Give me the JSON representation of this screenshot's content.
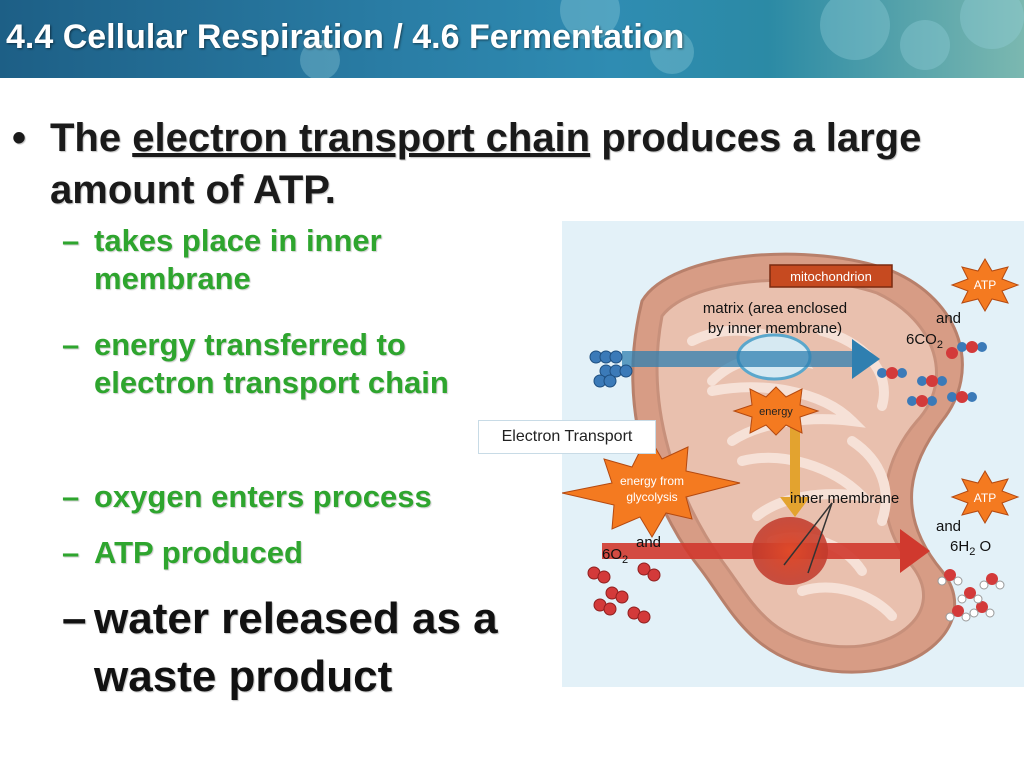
{
  "header": {
    "title": "4.4 Cellular Respiration / 4.6 Fermentation"
  },
  "main_bullet": {
    "bullet": "•",
    "prefix": "The ",
    "term": "electron transport chain",
    "suffix": " produces a large amount of ATP."
  },
  "sub_bullets": [
    {
      "dash": "–",
      "text": "takes place in inner membrane"
    },
    {
      "dash": "–",
      "text": "energy transferred to electron transport chain"
    },
    {
      "dash": "–",
      "text": "oxygen enters process"
    },
    {
      "dash": "–",
      "text": "ATP produced"
    },
    {
      "dash": "–",
      "text": "water released as a waste product"
    }
  ],
  "diagram": {
    "caption": "Electron Transport",
    "mitochondrion_label": "mitochondrion",
    "matrix_label_line1": "matrix (area enclosed",
    "matrix_label_line2": "by inner membrane)",
    "energy_label": "energy",
    "energy_glycolysis_line1": "energy from",
    "energy_glycolysis_line2": "glycolysis",
    "inner_membrane_label": "inner membrane",
    "atp_top": "ATP",
    "atp_bottom": "ATP",
    "and_top": "and",
    "co2_coef": "6CO",
    "co2_sub": "2",
    "and_bottom": "and",
    "h2o_coef": "6H",
    "h2o_sub": "2",
    "h2o_tail": " O",
    "and_o2": "and",
    "o2_coef": "6O",
    "o2_sub": "2",
    "colors": {
      "mito_outer": "#d79c85",
      "mito_inner": "#e9c0ae",
      "arrow_blue": "#2f7fb0",
      "arrow_red": "#d0392e",
      "burst": "#f47a20",
      "label_box": "#c64a20"
    }
  }
}
